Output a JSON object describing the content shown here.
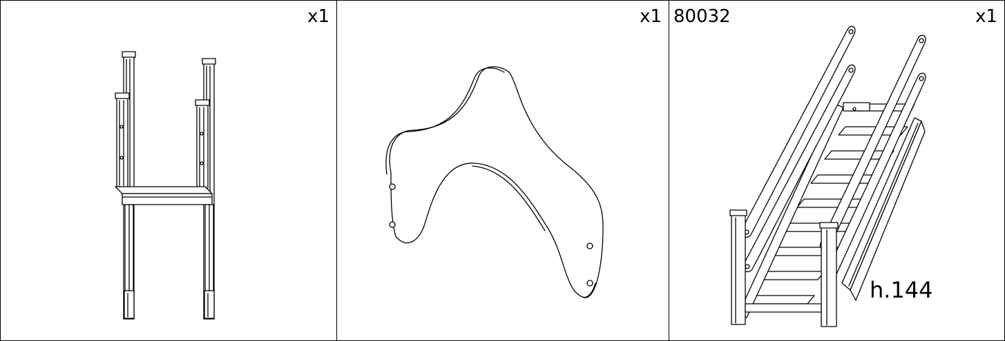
{
  "panels": [
    {
      "quantity": "x1"
    },
    {
      "quantity": "x1"
    },
    {
      "part_code": "80032",
      "quantity": "x1",
      "height_label": "h.144"
    }
  ]
}
